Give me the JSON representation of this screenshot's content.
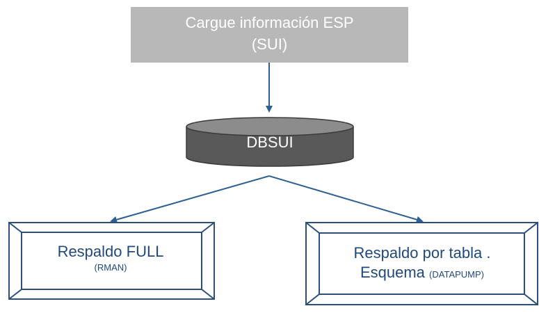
{
  "source": {
    "line1": "Cargue información ESP",
    "line2": "(SUI)",
    "fill": "#b8b8b8"
  },
  "database": {
    "label": "DBSUI",
    "fill": "#595959"
  },
  "backups": [
    {
      "main": "Respaldo FULL",
      "sub": "(RMAN)"
    },
    {
      "main_line1": "Respaldo por tabla .",
      "main_line2": "Esquema",
      "sub": "(DATAPUMP)"
    }
  ],
  "colors": {
    "arrow": "#2e5f93",
    "frame": "#2a4f7b",
    "text_dark_blue": "#1f497d"
  }
}
